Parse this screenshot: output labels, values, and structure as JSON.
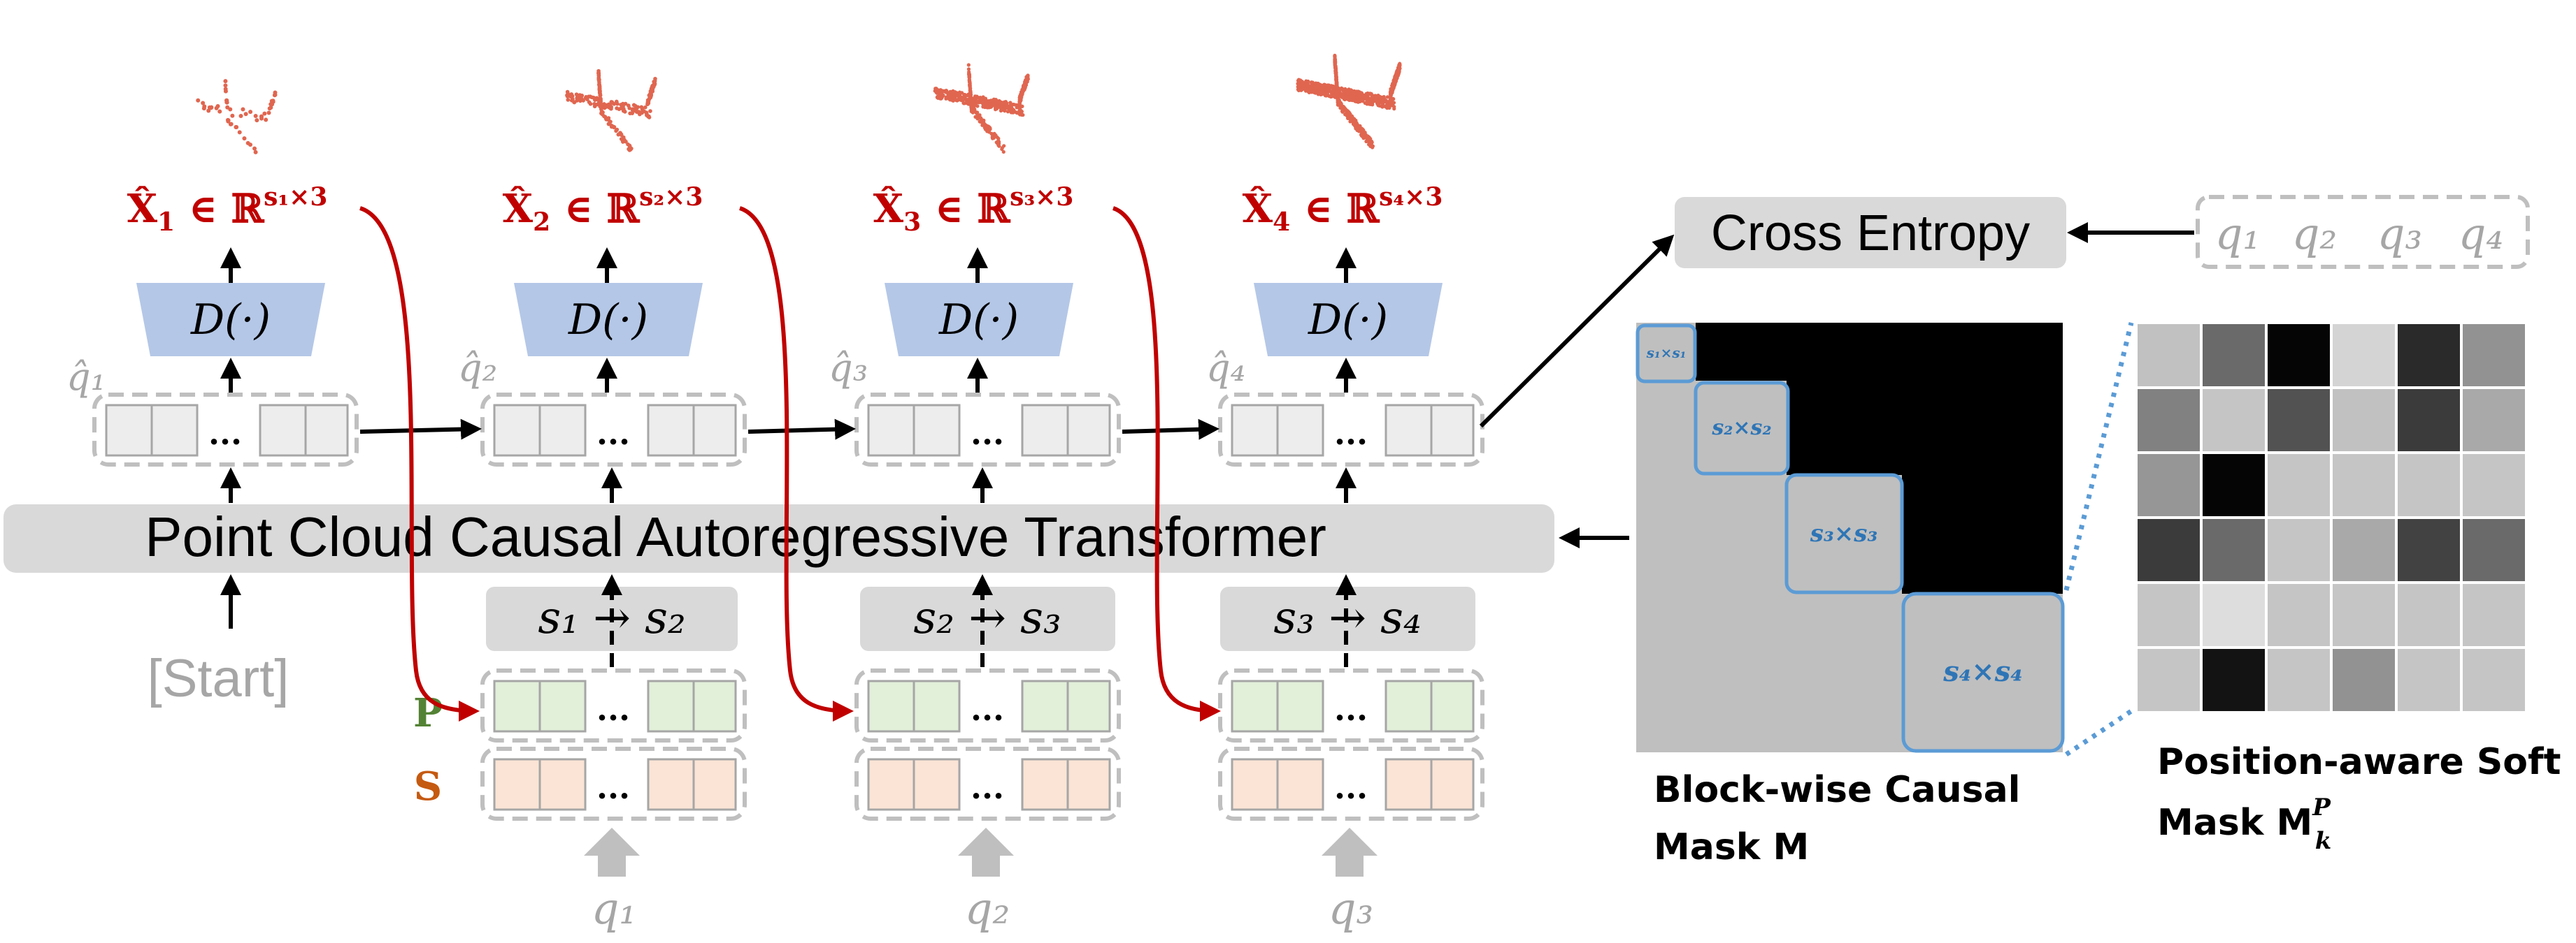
{
  "transformer": {
    "label": "Point Cloud Causal Autoregressive Transformer"
  },
  "start": {
    "label": "[Start]"
  },
  "loss": {
    "label": "Cross Entropy"
  },
  "token_row_labels": {
    "p": "P",
    "s": "S"
  },
  "ellipsis": "...",
  "decoder_label": "D(·)",
  "stages": [
    {
      "output": "X̂₁ ∈ ℝ^(s₁×3)",
      "output_main": "X̂",
      "output_sub": "1",
      "output_exp": "s₁×3",
      "qhat": "q̂₁"
    },
    {
      "output": "X̂₂ ∈ ℝ^(s₂×3)",
      "output_main": "X̂",
      "output_sub": "2",
      "output_exp": "s₂×3",
      "qhat": "q̂₂"
    },
    {
      "output": "X̂₃ ∈ ℝ^(s₃×3)",
      "output_main": "X̂",
      "output_sub": "3",
      "output_exp": "s₃×3",
      "qhat": "q̂₃"
    },
    {
      "output": "X̂₄ ∈ ℝ^(s₄×3)",
      "output_main": "X̂",
      "output_sub": "4",
      "output_exp": "s₄×3",
      "qhat": "q̂₄"
    }
  ],
  "transitions": [
    "s₁ → s₂",
    "s₂ → s₃",
    "s₃ → s₄"
  ],
  "inputs": [
    "q₁",
    "q₂",
    "q₃"
  ],
  "targets": [
    "q₁",
    "q₂",
    "q₃",
    "q₄"
  ],
  "block_mask": {
    "caption_line1": "Block-wise Causal",
    "caption_line2": "Mask M",
    "blocks": [
      "s₁×s₁",
      "s₂×s₂",
      "s₃×s₃",
      "s₄×s₄"
    ]
  },
  "soft_mask": {
    "caption_line1": "Position-aware Soft",
    "caption_line2": "Mask M",
    "caption_exp": "P",
    "caption_sub": "k",
    "grid": [
      [
        0.82,
        0.45,
        0.02,
        0.9,
        0.18,
        0.62
      ],
      [
        0.55,
        0.84,
        0.35,
        0.82,
        0.25,
        0.72
      ],
      [
        0.64,
        0.02,
        0.84,
        0.84,
        0.84,
        0.84
      ],
      [
        0.25,
        0.45,
        0.84,
        0.72,
        0.28,
        0.45
      ],
      [
        0.84,
        0.94,
        0.84,
        0.84,
        0.84,
        0.84
      ],
      [
        0.84,
        0.08,
        0.84,
        0.62,
        0.84,
        0.84
      ]
    ]
  },
  "colors": {
    "output_red": "#c00000",
    "arrow_red": "#c00000",
    "point_cloud": "#e06650",
    "decoder_blue": "#b4c7e7",
    "panel_gray": "#d9d9d9",
    "dash_gray": "#bfbfbf",
    "p_green": "#e2efd9",
    "s_orange": "#fbe4d5",
    "p_label": "#548235",
    "s_label": "#c55a11",
    "mask_blue": "#5b9bd5",
    "mask_gray": "#bfbfbf",
    "muted_text": "#a6a6a6"
  }
}
